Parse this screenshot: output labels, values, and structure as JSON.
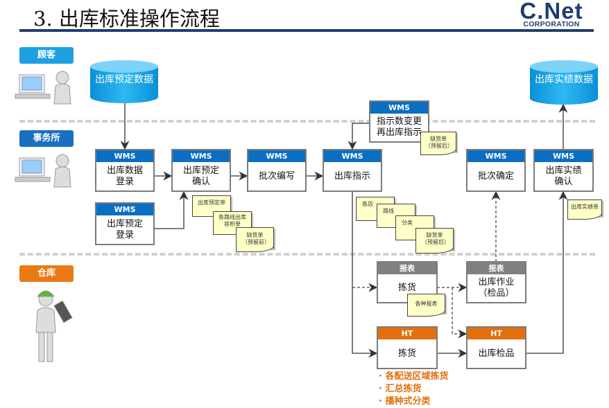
{
  "title": "3. 出库标准操作流程",
  "logo": {
    "main": "C.Net",
    "sub": "CORPORATION"
  },
  "lanes": {
    "customer": "顾客",
    "office": "事务所",
    "warehouse": "仓库"
  },
  "colors": {
    "wms": "#0a6fc2",
    "report": "#808080",
    "ht": "#e46f0e",
    "customer": "#1ea0e0",
    "office": "#1a6fc0",
    "warehouse": "#e87a14"
  },
  "databases": {
    "planned": "出库预定数据",
    "actual": "出库实绩数据"
  },
  "boxes": {
    "entry": {
      "header": "WMS",
      "body": "出库数据登录"
    },
    "plan_entry": {
      "header": "WMS",
      "body": "出库预定登录"
    },
    "plan_confirm": {
      "header": "WMS",
      "body": "出库预定确认"
    },
    "batch": {
      "header": "WMS",
      "body": "批次编写"
    },
    "instruct": {
      "header": "WMS",
      "body": "出库指示"
    },
    "reinstruct": {
      "header": "WMS",
      "body": "指示数变更再出库指示"
    },
    "batch_confirm": {
      "header": "WMS",
      "body": "批次确定"
    },
    "actual_confirm": {
      "header": "WMS",
      "body": "出库实绩确认"
    },
    "pick_report": {
      "header": "报表",
      "body": "拣货"
    },
    "inspect_report": {
      "header": "报表",
      "body": "出库作业（检品）"
    },
    "pick_ht": {
      "header": "HT",
      "body": "拣货"
    },
    "inspect_ht": {
      "header": "HT",
      "body": "出库检品"
    }
  },
  "docs": {
    "plan_sheet": "出库预定单",
    "route_volume": "各路线出库容积单",
    "short_before": "缺货单（预留前）",
    "short_after_top": "缺货单（预留后）",
    "store": "各店",
    "route": "路线",
    "category": "分类",
    "short_after": "缺货单（预留后）",
    "reports": "各种报表",
    "actual_sheet": "出库实绩单"
  },
  "bullets": [
    "· 各配送区域拣货",
    "· 汇总拣货",
    "· 播种式分类"
  ]
}
